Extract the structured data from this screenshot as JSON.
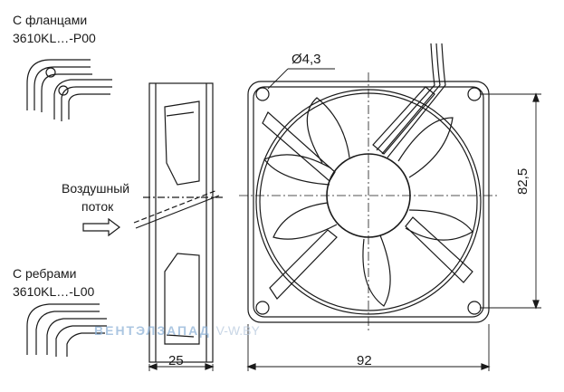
{
  "labels": {
    "flanges_title": "С фланцами",
    "flanges_model": "3610KL…-P00",
    "airflow_line1": "Воздушный",
    "airflow_line2": "поток",
    "ribs_title": "С ребрами",
    "ribs_model": "3610KL…-L00"
  },
  "dimensions": {
    "hole_diameter": "Ø4,3",
    "depth": "25",
    "width": "92",
    "hole_spacing": "82,5"
  },
  "watermark": {
    "brand": "ВЕНТЭЛЗАПАД",
    "site": "V-W.BY"
  },
  "colors": {
    "ink": "#1a1a1a",
    "watermark": "#8fb3d8"
  }
}
